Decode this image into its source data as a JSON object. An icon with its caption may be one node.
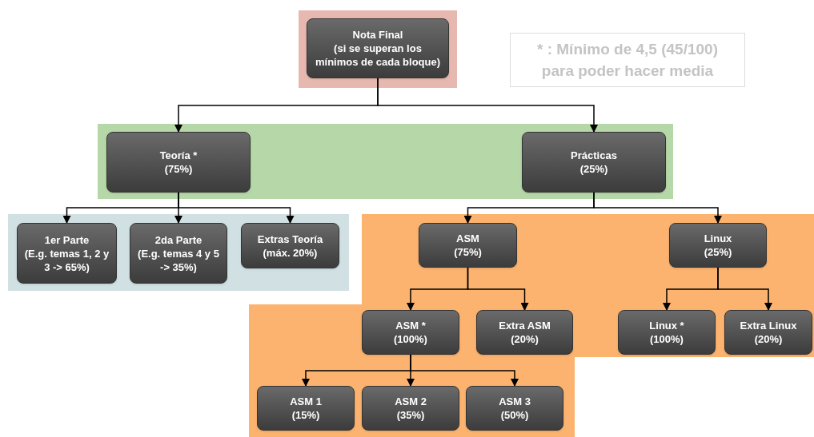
{
  "diagram": {
    "nodes": [
      {
        "text": [],
        "shape": "box"
      },
      {
        "text": [
          "Nota Final",
          "(si se superan los mínimos de cada bloque)"
        ],
        "in": 0
      },
      {
        "text": [
          "* : Mínimo de 4,5 (45/100) para poder hacer media"
        ]
      },
      {
        "text": [],
        "shape": "box"
      },
      {
        "text": [
          "Teoría *",
          "(75%)"
        ],
        "in": 3
      },
      {
        "text": [
          "Prácticas",
          "(25%)"
        ],
        "in": 3
      },
      {
        "text": [],
        "shape": "box"
      },
      {
        "text": [
          "1er Parte",
          "(E.g. temas 1, 2 y 3 -> 65%)"
        ],
        "in": 6
      },
      {
        "text": [
          "2da Parte",
          "(E.g. temas 4 y 5 -> 35%)"
        ],
        "in": 6
      },
      {
        "text": [
          "Extras Teoría",
          "(máx. 20%)"
        ],
        "in": 6
      },
      {
        "text": [],
        "shape": "box"
      },
      {
        "text": [
          "ASM",
          "(75%)"
        ],
        "in": 10
      },
      {
        "text": [
          "Linux",
          "(25%)"
        ],
        "in": 10
      },
      {
        "text": [
          "ASM *",
          "(100%)"
        ],
        "in": 10
      },
      {
        "text": [
          "Extra ASM",
          "(20%)"
        ],
        "in": 10
      },
      {
        "text": [
          "Linux *",
          "(100%)"
        ],
        "in": 10
      },
      {
        "text": [
          "Extra Linux",
          "(20%)"
        ],
        "in": 10
      },
      {
        "text": [
          "ASM 1",
          "(15%)"
        ],
        "in": 10
      },
      {
        "text": [
          "ASM 2",
          "(35%)"
        ],
        "in": 10
      },
      {
        "text": [
          "ASM 3",
          "(50%)"
        ],
        "in": 10
      }
    ],
    "edges": [
      {
        "from": 1,
        "to": 4,
        "arrow": "to"
      },
      {
        "from": 1,
        "to": 5,
        "arrow": "to"
      },
      {
        "from": 4,
        "to": 7,
        "arrow": "to"
      },
      {
        "from": 4,
        "to": 8,
        "arrow": "to"
      },
      {
        "from": 4,
        "to": 9,
        "arrow": "to"
      },
      {
        "from": 5,
        "to": 11,
        "arrow": "to"
      },
      {
        "from": 5,
        "to": 12,
        "arrow": "to"
      },
      {
        "from": 11,
        "to": 13,
        "arrow": "to"
      },
      {
        "from": 11,
        "to": 14,
        "arrow": "to"
      },
      {
        "from": 12,
        "to": 15,
        "arrow": "to"
      },
      {
        "from": 12,
        "to": 16,
        "arrow": "to"
      },
      {
        "from": 13,
        "to": 17,
        "arrow": "to"
      },
      {
        "from": 13,
        "to": 18,
        "arrow": "to"
      },
      {
        "from": 13,
        "to": 19,
        "arrow": "to"
      }
    ]
  }
}
